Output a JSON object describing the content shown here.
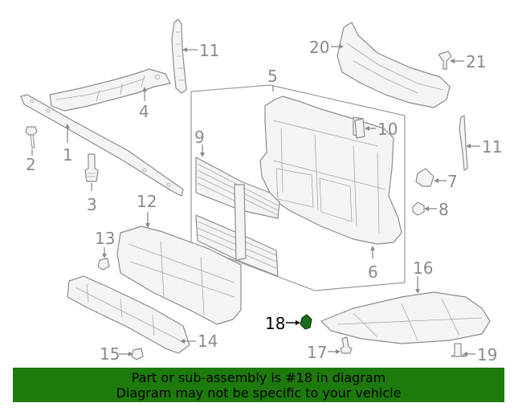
{
  "diagram": {
    "callouts": {
      "c1": "1",
      "c2": "2",
      "c3": "3",
      "c4": "4",
      "c5": "5",
      "c6": "6",
      "c7": "7",
      "c8": "8",
      "c9": "9",
      "c10": "10",
      "c11a": "11",
      "c11b": "11",
      "c12": "12",
      "c13": "13",
      "c14": "14",
      "c15": "15",
      "c16": "16",
      "c17": "17",
      "c18": "18",
      "c19": "19",
      "c20": "20",
      "c21": "21"
    },
    "highlighted_part": "18",
    "highlight_color": "#1b6d1b"
  },
  "banner": {
    "line1": "Part or sub-assembly is #18 in diagram",
    "line2": "Diagram may not be specific to your vehicle",
    "background": "#1d7a0b"
  }
}
